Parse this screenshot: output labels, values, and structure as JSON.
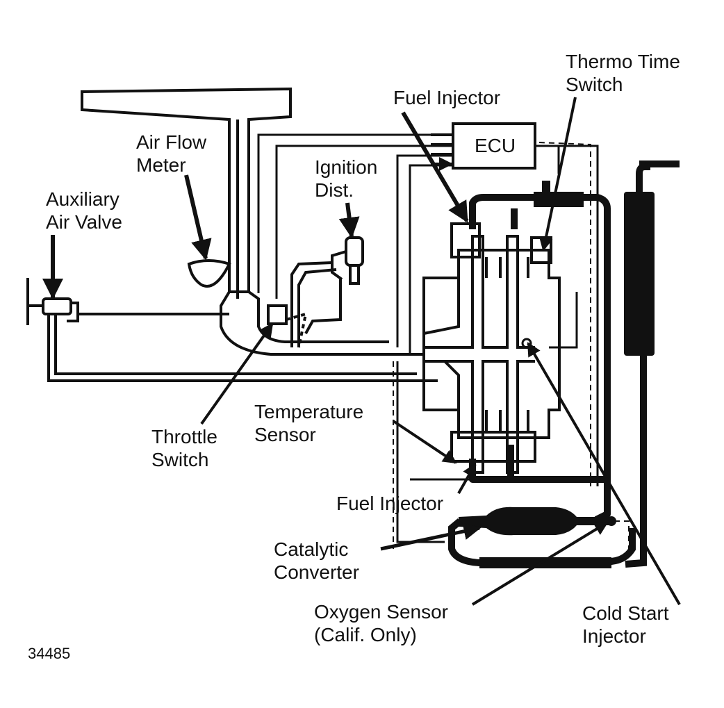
{
  "labels": {
    "thermo_time_switch": [
      "Thermo Time",
      "Switch"
    ],
    "fuel_injector_top": "Fuel Injector",
    "air_flow_meter": [
      "Air Flow",
      "Meter"
    ],
    "ignition_dist": [
      "Ignition",
      "Dist."
    ],
    "auxiliary_air_valve": [
      "Auxiliary",
      "Air Valve"
    ],
    "ecu": "ECU",
    "temperature_sensor": [
      "Temperature",
      "Sensor"
    ],
    "throttle_switch": [
      "Throttle",
      "Switch"
    ],
    "fuel_injector_bottom": "Fuel Injector",
    "catalytic_converter": [
      "Catalytic",
      "Converter"
    ],
    "oxygen_sensor": [
      "Oxygen Sensor",
      "(Calif. Only)"
    ],
    "cold_start_injector": [
      "Cold Start",
      "Injector"
    ]
  },
  "figure_number": "34485",
  "colors": {
    "ink": "#111111",
    "paper": "#ffffff"
  }
}
